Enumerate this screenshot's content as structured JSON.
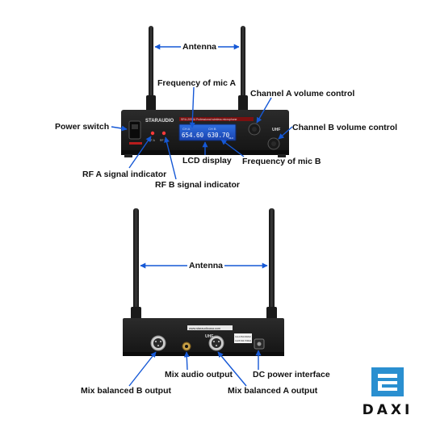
{
  "front_panel": {
    "brand": "STARAUDIO",
    "model_text": "SRU-2090A Professional wireless microphone",
    "band": "UHF",
    "lcd": {
      "ch_a_label": "CH A",
      "ch_b_label": "CH B",
      "freq_a": "654.60",
      "freq_b": "630.70",
      "unit": "MHz"
    },
    "rf_a_label": "RF A",
    "rf_b_label": "RF B"
  },
  "rear_panel": {
    "band": "UHF",
    "url": "www.staraudiousa.com",
    "freq_label_a": "CH A 654.60MHz",
    "freq_label_b": "CH B 630.70MHz"
  },
  "callouts": {
    "antenna_top": "Antenna",
    "freq_mic_a": "Frequency of mic A",
    "channel_a_volume": "Channel A volume control",
    "power_switch": "Power switch",
    "channel_b_volume": "Channel B volume control",
    "lcd_display": "LCD display",
    "freq_mic_b": "Frequency of mic B",
    "rf_a_indicator": "RF A signal indicator",
    "rf_b_indicator": "RF B signal indicator",
    "antenna_bottom": "Antenna",
    "mix_audio_output": "Mix audio output",
    "dc_power": "DC power interface",
    "mix_balanced_b": "Mix balanced B output",
    "mix_balanced_a": "Mix balanced A output"
  },
  "logo": {
    "text": "DAXI",
    "color": "#2a8fd0"
  }
}
